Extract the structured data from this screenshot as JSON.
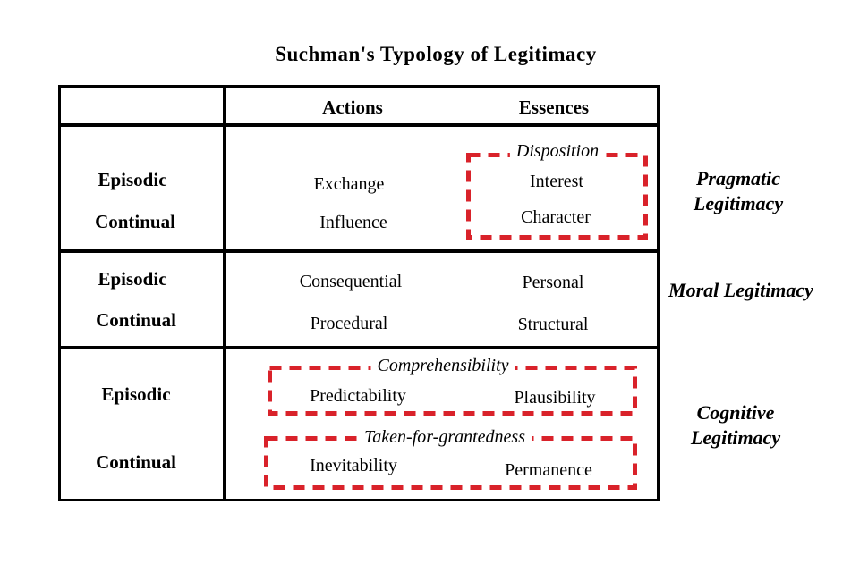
{
  "title": "Suchman's Typology of Legitimacy",
  "columns": {
    "actions": "Actions",
    "essences": "Essences"
  },
  "rows": [
    {
      "label_episodic": "Episodic",
      "label_continual": "Continual",
      "action_episodic": "Exchange",
      "action_continual": "Influence",
      "essence_episodic": "Interest",
      "essence_continual": "Character",
      "highlight": {
        "label": "Disposition"
      },
      "category": "Pragmatic Legitimacy"
    },
    {
      "label_episodic": "Episodic",
      "label_continual": "Continual",
      "action_episodic": "Consequential",
      "action_continual": "Procedural",
      "essence_episodic": "Personal",
      "essence_continual": "Structural",
      "category": "Moral Legitimacy"
    },
    {
      "label_episodic": "Episodic",
      "label_continual": "Continual",
      "action_episodic": "Predictability",
      "action_continual": "Inevitability",
      "essence_episodic": "Plausibility",
      "essence_continual": "Permanence",
      "highlight_episodic": {
        "label": "Comprehensibility"
      },
      "highlight_continual": {
        "label": "Taken-for-grantedness"
      },
      "category": "Cognitive Legitimacy"
    }
  ],
  "colors": {
    "highlight_red": "#d9222a",
    "table_line": "#000000"
  }
}
